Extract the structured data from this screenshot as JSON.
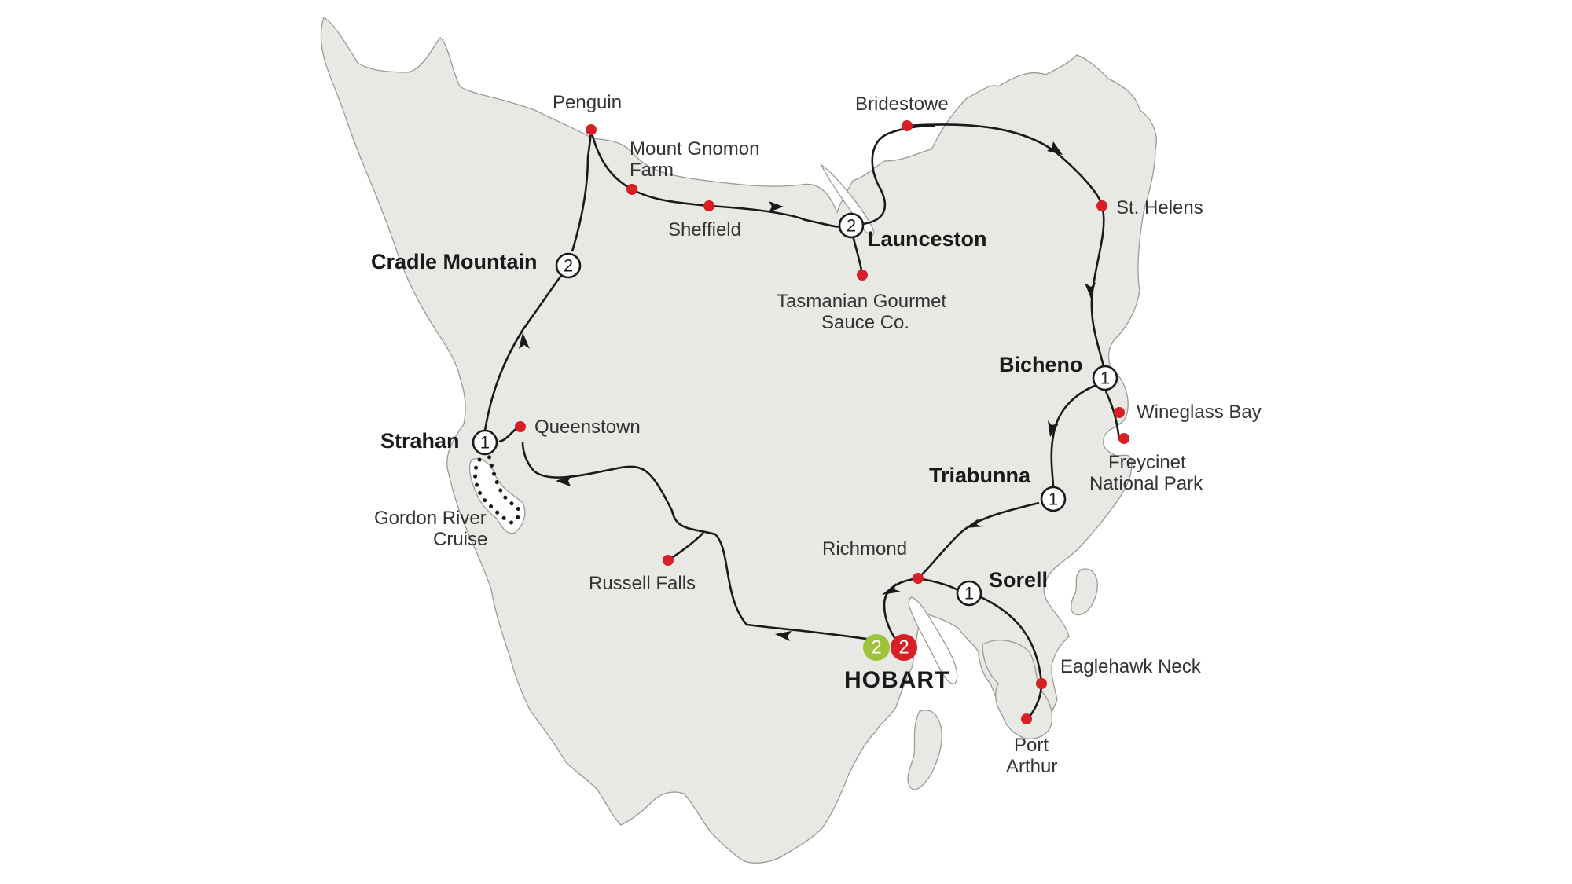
{
  "map": {
    "region": "Tasmania",
    "colors": {
      "land": "#e8e8e5",
      "stop_marker": "#d81f26",
      "route_line": "#1a1a1a",
      "badge_start": "#9dc33b",
      "badge_end": "#d81f26"
    },
    "overnight_stops": [
      {
        "name": "Cradle Mountain",
        "nights": "2"
      },
      {
        "name": "Launceston",
        "nights": "2"
      },
      {
        "name": "Bicheno",
        "nights": "1"
      },
      {
        "name": "Triabunna",
        "nights": "1"
      },
      {
        "name": "Sorell",
        "nights": "1"
      },
      {
        "name": "Strahan",
        "nights": "1"
      }
    ],
    "hobart": {
      "name": "HOBART",
      "start_nights": "2",
      "end_nights": "2"
    },
    "points_of_interest": [
      {
        "name": "Penguin"
      },
      {
        "name_line1": "Mount Gnomon",
        "name_line2": "Farm"
      },
      {
        "name": "Sheffield"
      },
      {
        "name": "Bridestowe"
      },
      {
        "name": "St. Helens"
      },
      {
        "name_line1": "Tasmanian Gourmet",
        "name_line2": "Sauce Co."
      },
      {
        "name": "Wineglass Bay"
      },
      {
        "name_line1": "Freycinet",
        "name_line2": "National Park"
      },
      {
        "name": "Richmond"
      },
      {
        "name": "Eaglehawk Neck"
      },
      {
        "name_line1": "Port",
        "name_line2": "Arthur"
      },
      {
        "name": "Queenstown"
      },
      {
        "name": "Russell Falls"
      },
      {
        "name_line1": "Gordon River",
        "name_line2": "Cruise"
      }
    ]
  }
}
